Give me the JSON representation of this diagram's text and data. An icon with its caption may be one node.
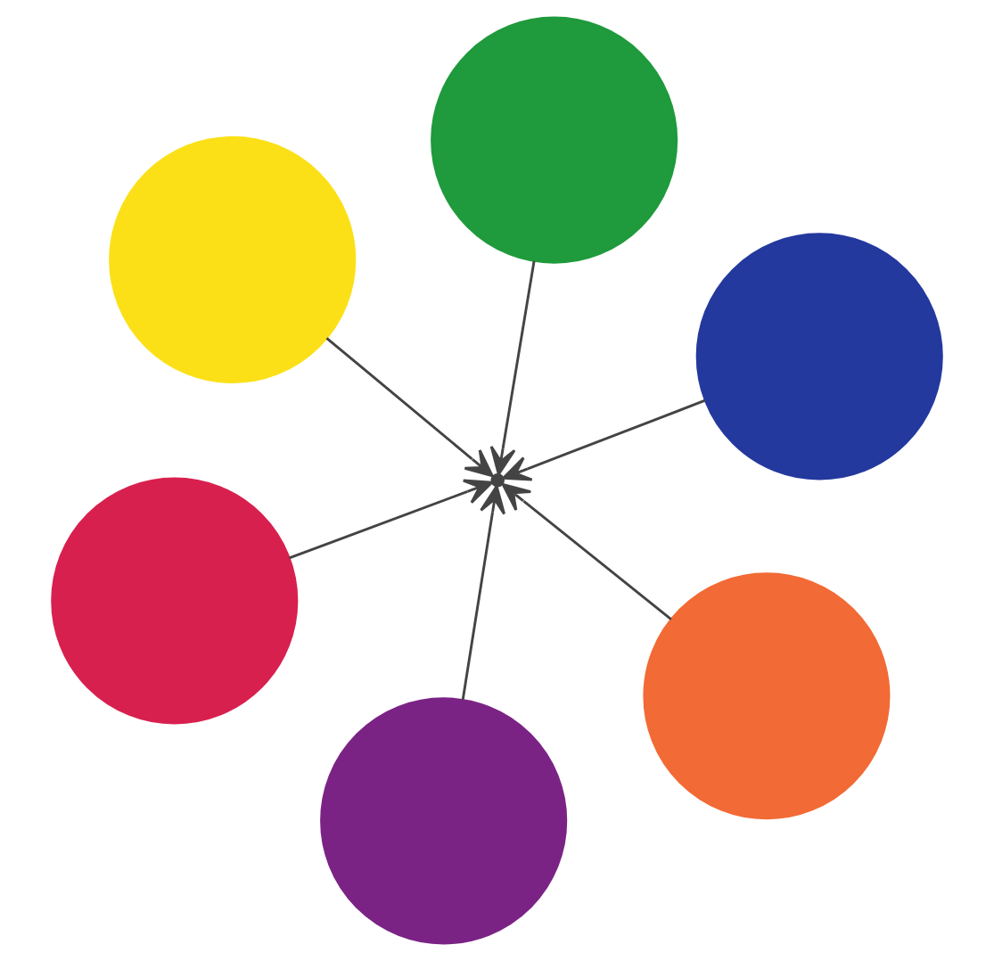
{
  "diagram": {
    "nodes": [
      {
        "text": [],
        "shape": "circle"
      },
      {
        "text": [],
        "shape": "circle"
      },
      {
        "text": [],
        "shape": "circle"
      },
      {
        "text": [],
        "shape": "circle"
      },
      {
        "text": [],
        "shape": "circle"
      },
      {
        "text": [],
        "shape": "circle"
      },
      {
        "text": [],
        "shape": "point"
      }
    ],
    "edges": [
      {
        "from": 0,
        "to": 6,
        "arrow": "to"
      },
      {
        "from": 1,
        "to": 6,
        "arrow": "to"
      },
      {
        "from": 2,
        "to": 6,
        "arrow": "to"
      },
      {
        "from": 3,
        "to": 6,
        "arrow": "to"
      },
      {
        "from": 4,
        "to": 6,
        "arrow": "to"
      },
      {
        "from": 5,
        "to": 6,
        "arrow": "to"
      }
    ]
  }
}
